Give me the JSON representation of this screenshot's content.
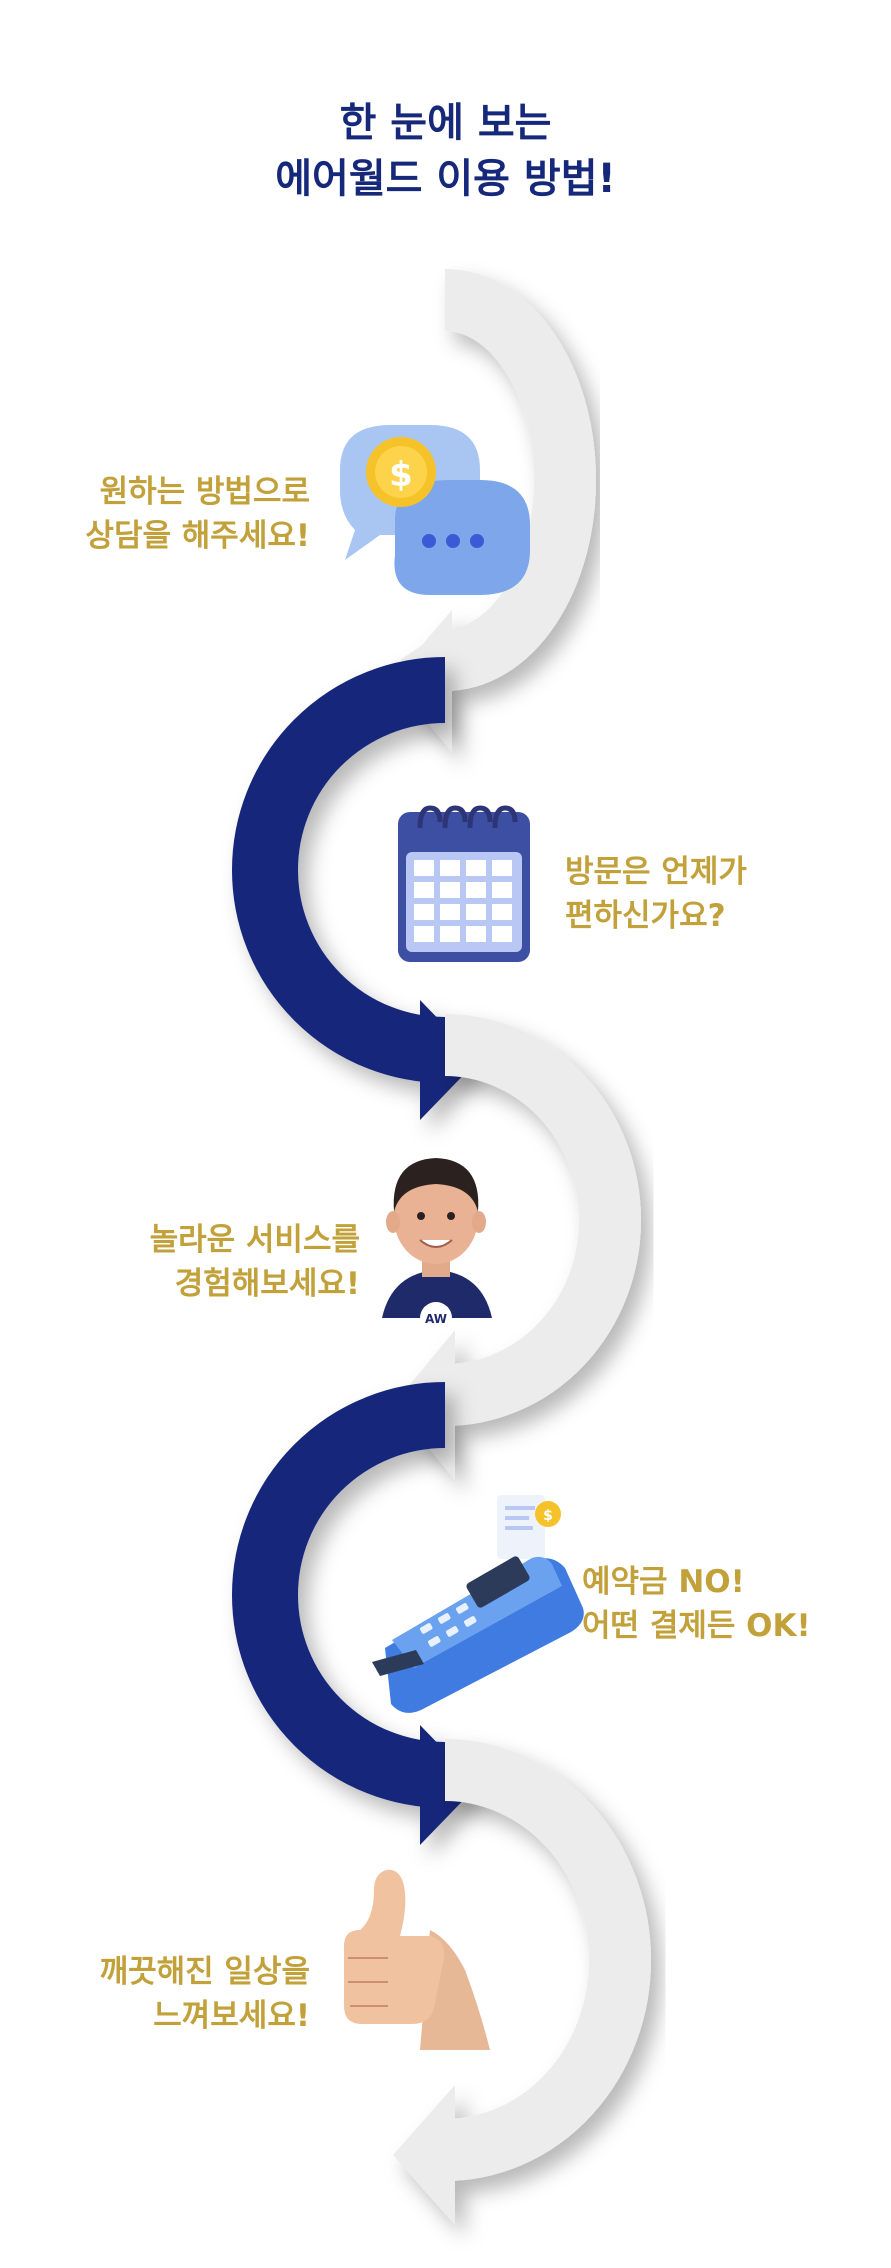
{
  "title": {
    "line1": "한 눈에 보는",
    "line2": "에어월드 이용 방법!"
  },
  "steps": [
    {
      "line1": "원하는 방법으로",
      "line2": "상담을 해주세요!",
      "icon": "chat-coin-icon"
    },
    {
      "line1": "방문은 언제가",
      "line2": "편하신가요?",
      "icon": "calendar-icon"
    },
    {
      "line1": "놀라운 서비스를",
      "line2": "경험해보세요!",
      "icon": "technician-avatar-icon"
    },
    {
      "line1": "예약금 NO!",
      "line2": "어떤 결제든 OK!",
      "icon": "card-terminal-icon"
    },
    {
      "line1": "깨끗해진 일상을",
      "line2": "느껴보세요!",
      "icon": "thumbs-up-icon"
    }
  ],
  "avatar_badge": "AW",
  "colors": {
    "navy": "#16287a",
    "gold": "#c2a13a",
    "light_gray": "#ececec"
  }
}
